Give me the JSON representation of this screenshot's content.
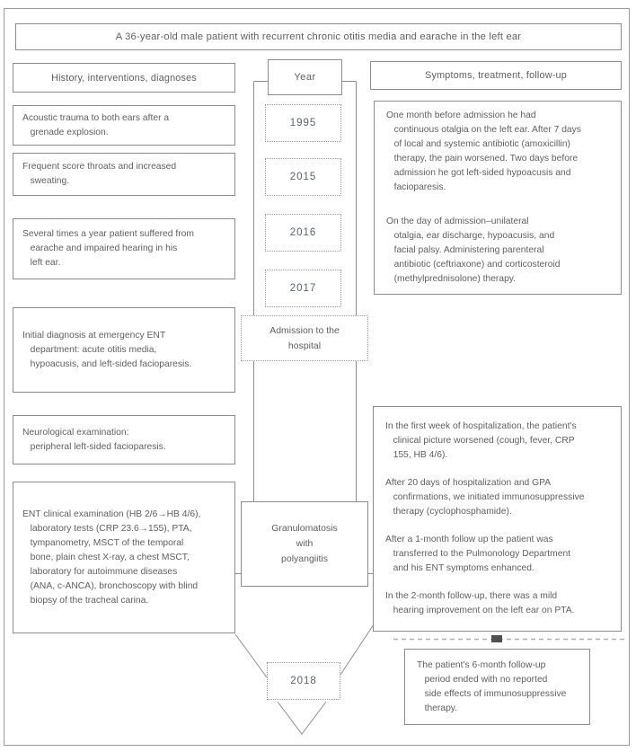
{
  "page": {
    "title": "A 36-year-old male patient with recurrent chronic otitis media and earache in the left ear"
  },
  "headers": {
    "left": "History, interventions, diagnoses",
    "center": "Year",
    "right": "Symptoms, treatment, follow-up"
  },
  "timeline": {
    "years": [
      {
        "label": "1995"
      },
      {
        "label": "2015"
      },
      {
        "label": "2016"
      },
      {
        "label": "2017"
      }
    ],
    "admission_label": "Admission to the\nhospital",
    "diagnosis_label": "Granulomatosis\nwith\npolyangiitis",
    "final_year_label": "2018"
  },
  "left_column": {
    "boxes": [
      {
        "text": "Acoustic trauma to both ears after a\n   grenade explosion."
      },
      {
        "text": "Frequent score throats and increased\n   sweating."
      },
      {
        "text": "Several times a year patient suffered from\n   earache and impaired hearing in his\n   left ear."
      },
      {
        "text": "Initial diagnosis at emergency ENT\n   department: acute otitis media,\n   hypoacusis, and left-sided facioparesis."
      },
      {
        "text": "Neurological examination:\n   peripheral left-sided facioparesis."
      },
      {
        "text": "ENT clinical examination (HB 2/6→HB 4/6),\n   laboratory tests (CRP 23.6→155), PTA,\n   tympanometry, MSCT of the temporal\n   bone, plain chest X-ray, a chest MSCT,\n   laboratory for autoimmune diseases\n   (ANA, c-ANCA), bronchoscopy with blind\n   biopsy of the tracheal carina."
      }
    ]
  },
  "right_column": {
    "box1": {
      "paragraphs": [
        "One month before admission he had\n   continuous otalgia on the left ear. After 7 days\n   of local and systemic antibiotic (amoxicillin)\n   therapy, the pain worsened. Two days before\n   admission he got left-sided hypoacusis and\n   facioparesis.",
        "On the day of admission–unilateral\n   otalgia, ear discharge, hypoacusis, and\n   facial palsy. Administering parenteral\n   antibiotic (ceftriaxone) and corticosteroid\n   (methylprednisolone) therapy."
      ]
    },
    "box2": {
      "paragraphs": [
        "In the first week of hospitalization, the patient's\n   clinical picture worsened (cough, fever, CRP\n   155, HB 4/6).",
        "After 20 days of hospitalization and GPA\n   confirmations, we initiated immunosuppressive\n   therapy (cyclophosphamide).",
        "After a 1-month follow up the patient was\n   transferred to the Pulmonology Department\n   and his ENT symptoms enhanced.",
        "In the 2-month follow-up, there was a mild\n   hearing improvement on the left ear on PTA."
      ]
    },
    "box3": {
      "text": "The patient's 6-month follow-up\n   period ended with no reported\n   side effects of immunosuppressive\n   therapy."
    }
  },
  "colors": {
    "box_border": "#8d8d8d",
    "dotted_border": "#989898",
    "text": "#5f5f5f",
    "dashed_line": "#b0b0b0",
    "separator_marker": "#4f4f4f"
  }
}
